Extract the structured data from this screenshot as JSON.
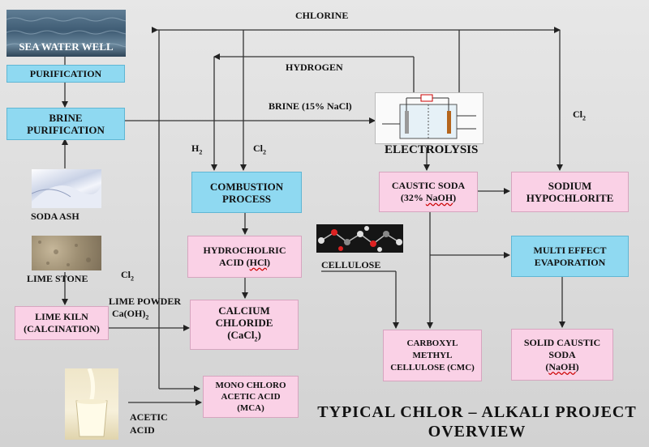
{
  "title": {
    "line1": "TYPICAL  CHLOR – ALKALI PROJECT",
    "line2": "OVERVIEW"
  },
  "streams": {
    "chlorine": "CHLORINE",
    "hydrogen": "HYDROGEN",
    "brine": "BRINE (15% NaCl)",
    "h2": "H",
    "h2_sub": "2",
    "cl2_left": "Cl",
    "cl2_left_sub": "2",
    "cl2_right": "Cl",
    "cl2_right_sub": "2",
    "cl2_lower": "Cl",
    "cl2_lower_sub": "2",
    "lime_powder": "LIME POWDER",
    "caoh2": "Ca(OH)",
    "caoh2_sub": "2",
    "acetic_acid_1": "ACETIC",
    "acetic_acid_2": "ACID"
  },
  "images": {
    "sea_water_well": "SEA WATER WELL",
    "soda_ash": "SODA ASH",
    "lime_stone": "LIME STONE",
    "cellulose": "CELLULOSE",
    "electrolysis": "ELECTROLYSIS"
  },
  "nodes": {
    "purification": "PURIFICATION",
    "brine_purification": [
      "BRINE",
      "PURIFICATION"
    ],
    "combustion": [
      "COMBUSTION",
      "PROCESS"
    ],
    "hcl": {
      "l1": "HYDROCHOLRIC",
      "l2a": "ACID (",
      "l2u": "HCl",
      "l2b": ")"
    },
    "cacl2": {
      "l1": "CALCIUM",
      "l2": "CHLORIDE",
      "l3a": "(CaCl",
      "l3sub": "2",
      "l3b": ")"
    },
    "lime_kiln": [
      "LIME KILN",
      "(CALCINATION)"
    ],
    "mca": [
      "MONO CHLORO",
      "ACETIC ACID",
      "(MCA)"
    ],
    "caustic_soda": {
      "l1": "CAUSTIC  SODA",
      "l2a": "(32% ",
      "l2u": "NaOH",
      "l2b": ")"
    },
    "sodium_hypochlorite": [
      "SODIUM",
      "HYPOCHLORITE"
    ],
    "mee": [
      "MULTI EFFECT",
      "EVAPORATION"
    ],
    "cmc": [
      "CARBOXYL",
      "METHYL",
      "CELLULOSE  (CMC)"
    ],
    "solid_caustic": {
      "l1": "SOLID CAUSTIC",
      "l2": "SODA",
      "l3a": "(",
      "l3u": "NaOH",
      "l3b": ")"
    }
  },
  "colors": {
    "process_box": "#fad1e6",
    "key_box": "#8fd9f1",
    "background": "#dcdcdc"
  }
}
